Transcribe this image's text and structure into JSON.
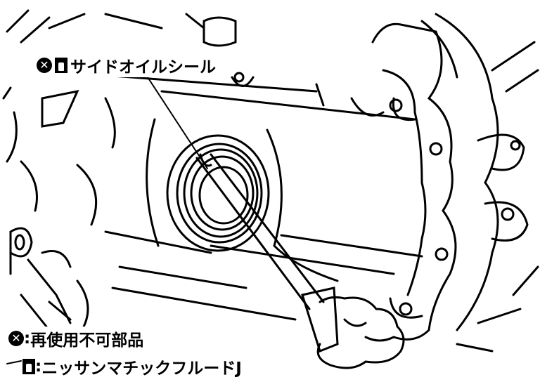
{
  "callout": {
    "label": "サイドオイルシール"
  },
  "legend": [
    {
      "icon": "non-reusable-icon",
      "separator": ":",
      "text": "再使用不可部品"
    },
    {
      "icon": "fluid-bottle-icon",
      "separator": ":",
      "text": "ニッサンマチックフルードJ"
    }
  ]
}
